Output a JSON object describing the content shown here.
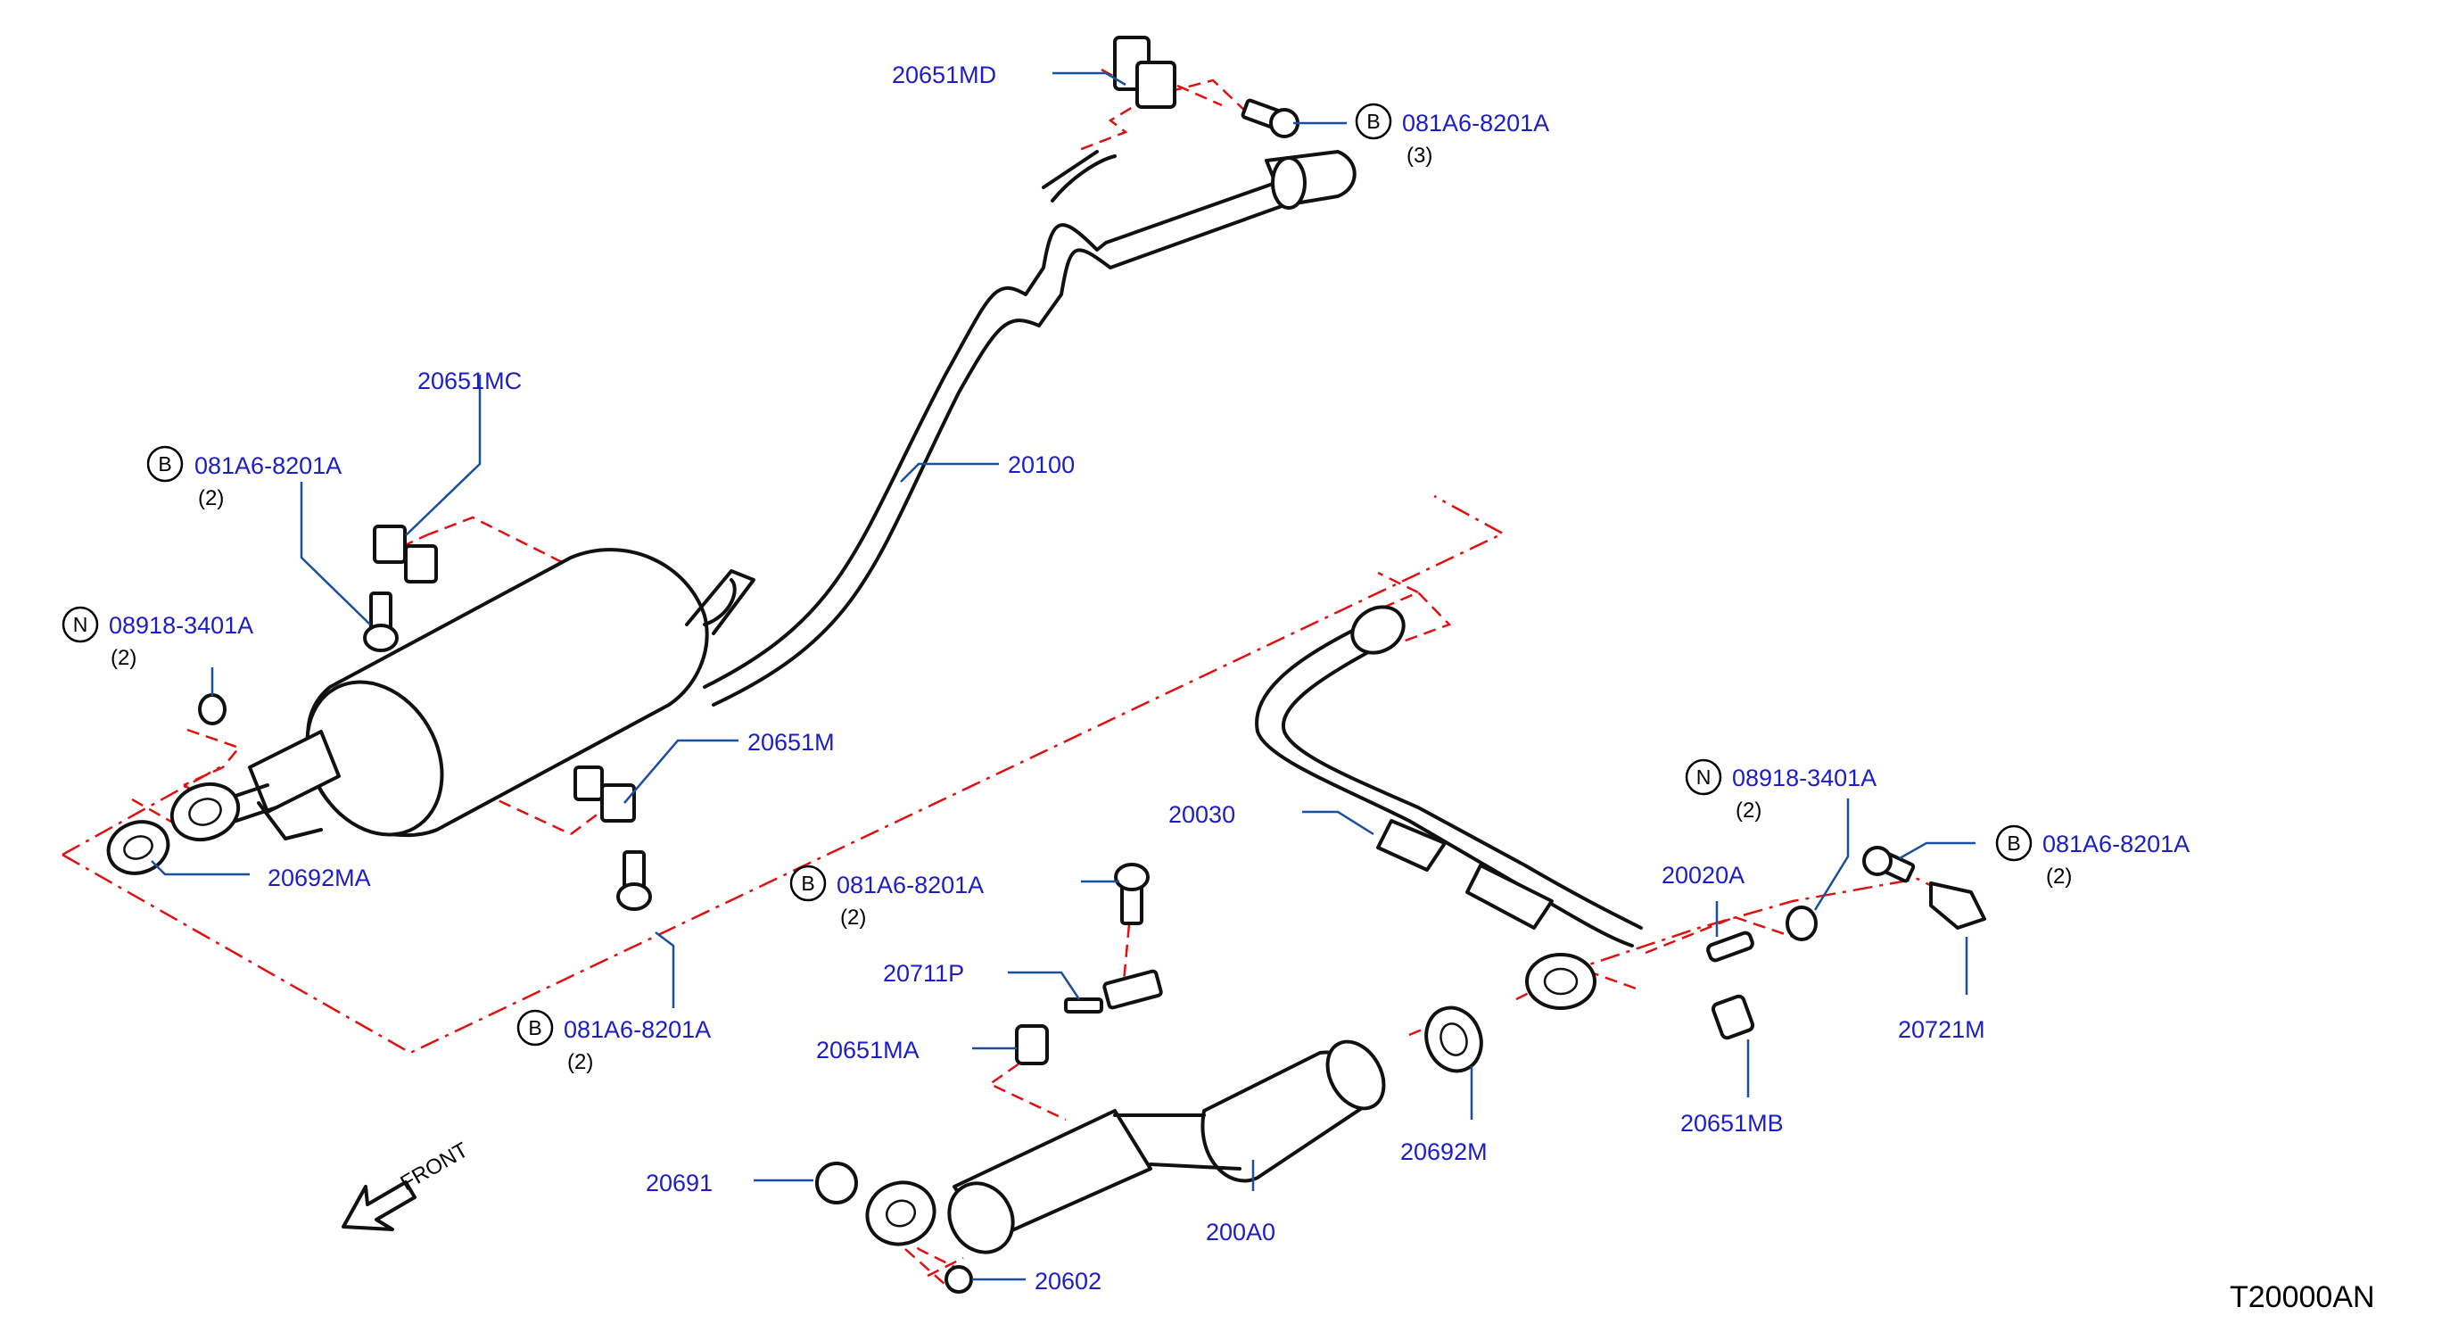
{
  "labels": {
    "p20651MD": "20651MD",
    "b_top": "081A6-8201A",
    "b_top_qty": "(3)",
    "p20651MC": "20651MC",
    "b_left": "081A6-8201A",
    "b_left_qty": "(2)",
    "p20100": "20100",
    "n_left": "08918-3401A",
    "n_left_qty": "(2)",
    "p20651M": "20651M",
    "p20692MA": "20692MA",
    "p20030": "20030",
    "n_right": "08918-3401A",
    "n_right_qty": "(2)",
    "b_right": "081A6-8201A",
    "b_right_qty": "(2)",
    "p20020A": "20020A",
    "b_mid": "081A6-8201A",
    "b_mid_qty": "(2)",
    "p20711P": "20711P",
    "p20651MA": "20651MA",
    "b_bot": "081A6-8201A",
    "b_bot_qty": "(2)",
    "p20692M": "20692M",
    "p20651MB": "20651MB",
    "p20721M": "20721M",
    "p20691": "20691",
    "p200A0": "200A0",
    "p20602": "20602",
    "front": "FRONT",
    "drawing_code": "T20000AN",
    "sym_B": "B",
    "sym_N": "N"
  }
}
